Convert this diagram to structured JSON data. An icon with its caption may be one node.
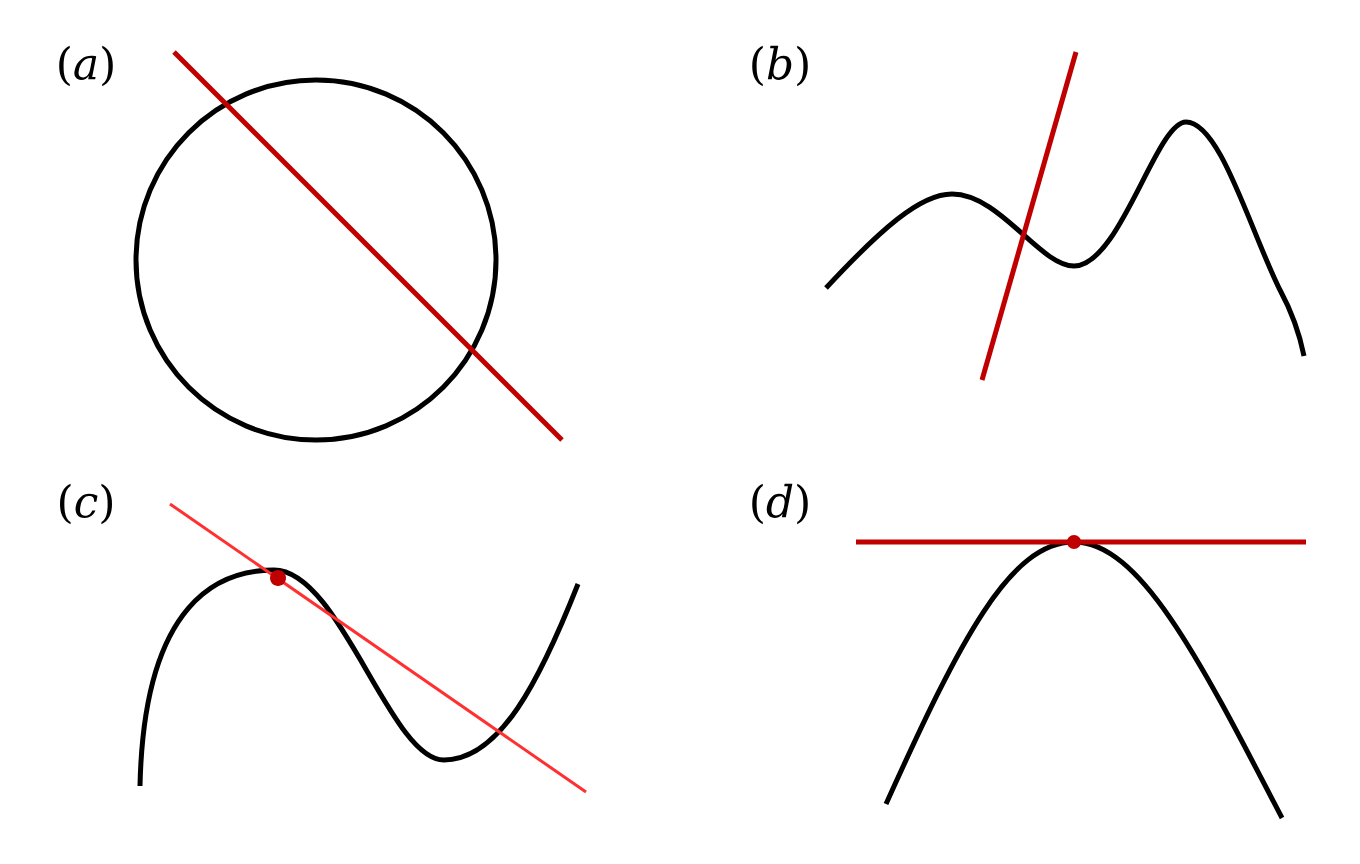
{
  "diagram": {
    "labels": [
      "(*a*)",
      "(*b*)",
      "(*c*)",
      "(*d*)"
    ]
  }
}
